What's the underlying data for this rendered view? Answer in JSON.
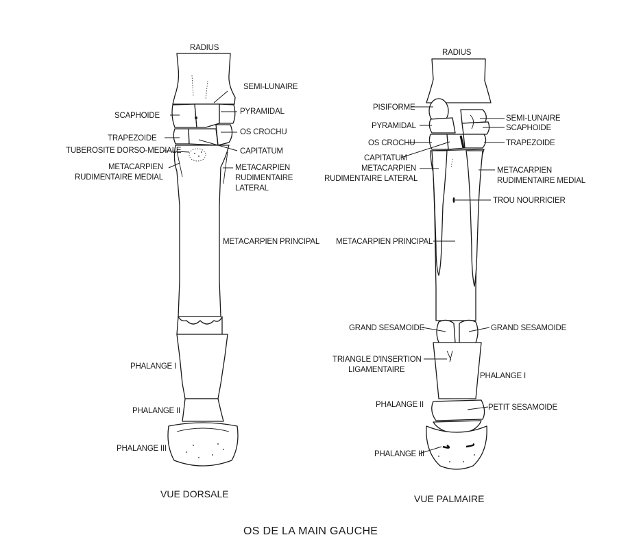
{
  "title": "OS DE LA MAIN GAUCHE",
  "dorsal": {
    "caption": "VUE DORSALE",
    "labels": {
      "radius": "RADIUS",
      "semi_lunaire": "SEMI-LUNAIRE",
      "scaphoide": "SCAPHOIDE",
      "pyramidal": "PYRAMIDAL",
      "os_crochu": "OS CROCHU",
      "trapezoide": "TRAPEZOIDE",
      "capitatum": "CAPITATUM",
      "tuberosite": "TUBEROSITE DORSO-MEDIALE",
      "metacarpien_medial_1": "METACARPIEN",
      "metacarpien_medial_2": "RUDIMENTAIRE MEDIAL",
      "metacarpien_lateral_1": "METACARPIEN",
      "metacarpien_lateral_2": "RUDIMENTAIRE",
      "metacarpien_lateral_3": "LATERAL",
      "metacarpien_principal": "METACARPIEN PRINCIPAL",
      "phalange_1": "PHALANGE I",
      "phalange_2": "PHALANGE II",
      "phalange_3": "PHALANGE III"
    }
  },
  "palmaire": {
    "caption": "VUE PALMAIRE",
    "labels": {
      "radius": "RADIUS",
      "pisiforme": "PISIFORME",
      "semi_lunaire": "SEMI-LUNAIRE",
      "scaphoide": "SCAPHOIDE",
      "pyramidal": "PYRAMIDAL",
      "os_crochu": "OS CROCHU",
      "trapezoide": "TRAPEZOIDE",
      "capitatum": "CAPITATUM",
      "metacarpien_lateral_1": "METACARPIEN",
      "metacarpien_lateral_2": "RUDIMENTAIRE LATERAL",
      "metacarpien_medial_1": "METACARPIEN",
      "metacarpien_medial_2": "RUDIMENTAIRE MEDIAL",
      "trou_nourricier": "TROU NOURRICIER",
      "metacarpien_principal": "METACARPIEN PRINCIPAL",
      "grand_sesamoide_left": "GRAND SESAMOIDE",
      "grand_sesamoide_right": "GRAND SESAMOIDE",
      "triangle_1": "TRIANGLE D'INSERTION",
      "triangle_2": "LIGAMENTAIRE",
      "phalange_1": "PHALANGE I",
      "phalange_2": "PHALANGE II",
      "petit_sesamoide": "PETIT SESAMOIDE",
      "phalange_3": "PHALANGE III"
    }
  }
}
